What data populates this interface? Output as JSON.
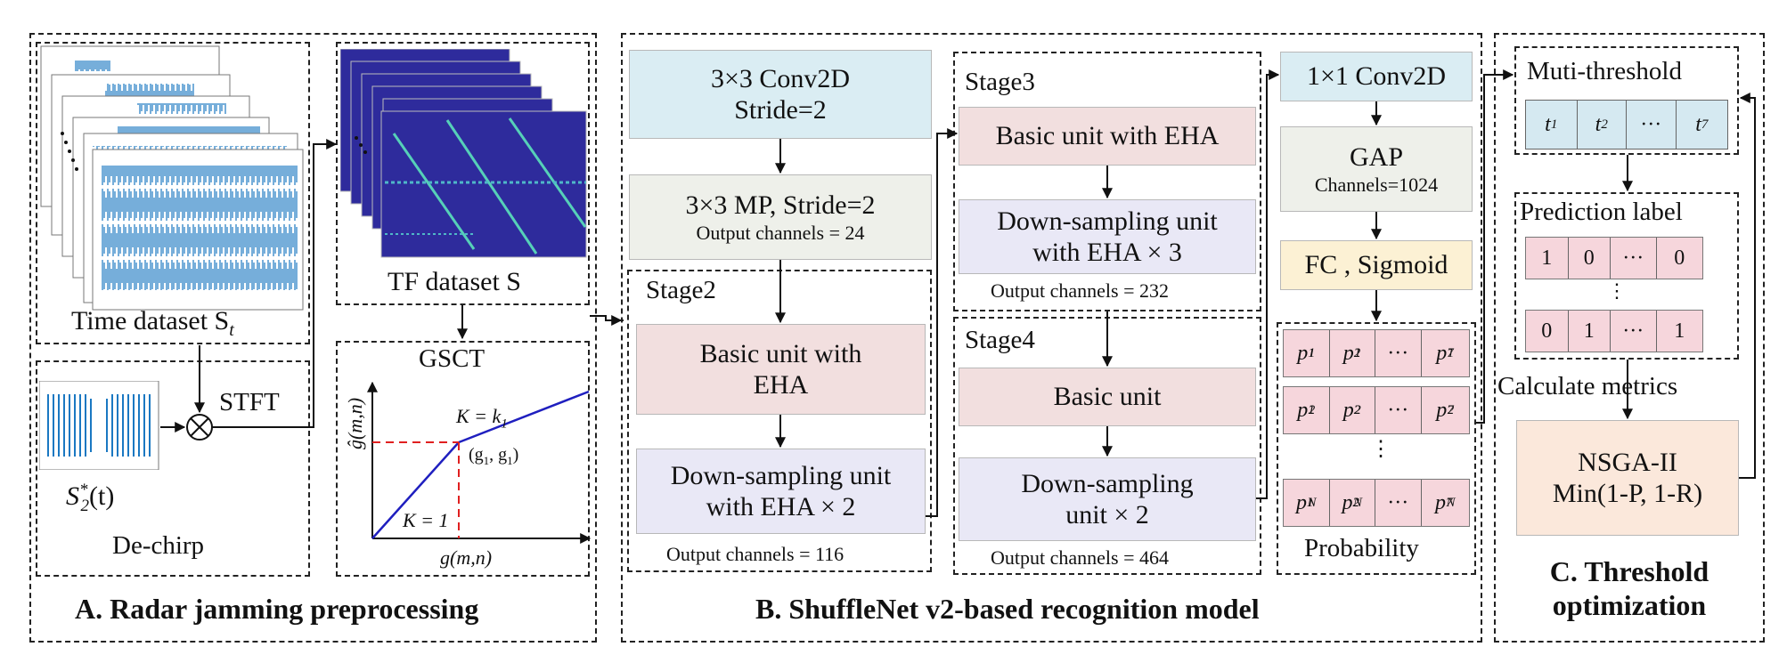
{
  "sectionA": {
    "title": "A. Radar jamming preprocessing",
    "time_dataset": "Time dataset S",
    "time_dataset_sub": "t",
    "tf_dataset": "TF dataset S",
    "stft": "STFT",
    "dechirp": "De-chirp",
    "signal_label": "S",
    "signal_sup": "*",
    "signal_sub": "2",
    "signal_arg": "(t)",
    "gsct": {
      "title": "GSCT",
      "k_upper": "K = k",
      "k_upper_sub": "1",
      "k_lower": "K = 1",
      "point": "(g",
      "point_rest": ", g",
      "xlabel": "g(m,n)",
      "ylabel": "ĝ(m,n)"
    }
  },
  "sectionB": {
    "title": "B. ShuffleNet v2-based  recognition model",
    "conv": [
      "3×3 Conv2D",
      "Stride=2"
    ],
    "mp": "3×3 MP, Stride=2",
    "mp_out": "Output channels = 24",
    "stage2": {
      "title": "Stage2",
      "basic": [
        "Basic unit with",
        "EHA"
      ],
      "down": [
        "Down-sampling unit",
        "with EHA × 2"
      ],
      "out": "Output channels = 116"
    },
    "stage3": {
      "title": "Stage3",
      "basic": "Basic unit with EHA",
      "down": [
        "Down-sampling unit",
        "with EHA × 3"
      ],
      "out": "Output channels = 232"
    },
    "stage4": {
      "title": "Stage4",
      "basic": "Basic unit",
      "down": [
        "Down-sampling",
        "unit  × 2"
      ],
      "out": "Output channels = 464"
    },
    "conv1": "1×1 Conv2D",
    "gap": "GAP",
    "gap_ch": "Channels=1024",
    "fc": "FC , Sigmoid",
    "prob_label": "Probability",
    "prob_dots": "⋮",
    "prob_ellipsis": "···",
    "prob_rows": [
      "1",
      "2",
      "N"
    ],
    "prob_sups": [
      "1",
      "2",
      "7"
    ]
  },
  "sectionC": {
    "title": [
      "C. Threshold",
      "optimization"
    ],
    "muti": "Muti-threshold",
    "thresholds": [
      "1",
      "2",
      "7"
    ],
    "ellipsis": "···",
    "pred_label": "Prediction label",
    "pred_row1": [
      "1",
      "0",
      "···",
      "0"
    ],
    "pred_row2": [
      "0",
      "1",
      "···",
      "1"
    ],
    "pred_dots": "⋮",
    "calc": "Calculate  metrics",
    "nsga": [
      "NSGA-II",
      "Min(1-P, 1-R)"
    ]
  },
  "colors": {
    "signal_blue": "#1a78c2",
    "spectrogram_bg": "#2e2b9c",
    "gsct_line": "#1f1fbf",
    "gsct_dash": "#e02020"
  }
}
